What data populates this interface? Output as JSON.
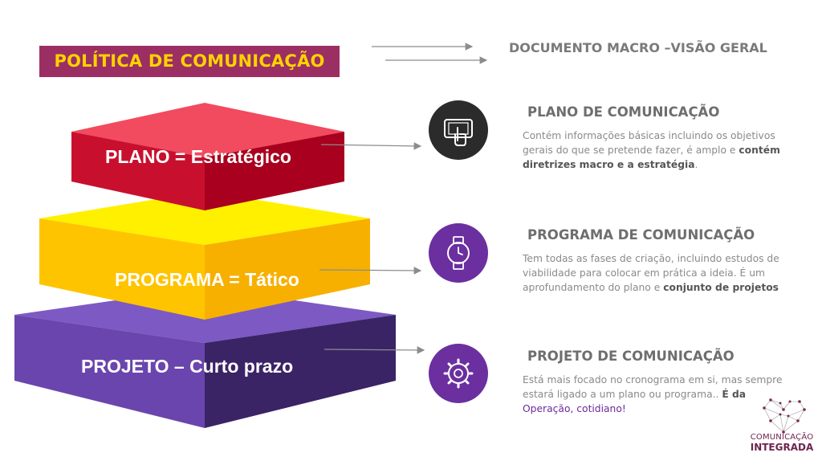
{
  "header": {
    "title": "POLÍTICA DE COMUNICAÇÃO",
    "document_title": "DOCUMENTO MACRO –VISÃO GERAL"
  },
  "pyramid": {
    "top_label": "PLANO = Estratégico",
    "middle_label": "PROGRAMA = Tático",
    "bottom_label": "PROJETO – Curto prazo"
  },
  "sections": {
    "plano": {
      "title": "PLANO DE COMUNICAÇÃO",
      "desc_1": "Contém informações básicas incluindo os objetivos gerais do que se pretende fazer, é amplo e ",
      "desc_bold": "contém diretrizes macro e a estratégia",
      "desc_2": ".",
      "icon": "tablet-touch-icon"
    },
    "programa": {
      "title": "PROGRAMA DE COMUNICAÇÃO",
      "desc_1": "Tem todas as fases de criação,  incluindo estudos de viabilidade para colocar em prática a ideia. É um aprofundamento do plano e ",
      "desc_bold": "conjunto de projetos",
      "icon": "watch-icon"
    },
    "projeto": {
      "title": "PROJETO DE COMUNICAÇÃO",
      "desc_1": "Está mais focado no cronograma em si, mas sempre estará ligado a um plano ou programa.. ",
      "desc_bold": "É da",
      "desc_purple": "Operação, cotidiano!",
      "icon": "gear-icon"
    }
  },
  "logo": {
    "line1": "COMUNICAÇÃO",
    "line2": "INTEGRADA"
  },
  "colors": {
    "title_bg": "#9b2f63",
    "title_text": "#ffd200",
    "plano_top": "#f24a5e",
    "plano_side": "#a8001e",
    "programa_top": "#fff000",
    "programa_side": "#ffc400",
    "projeto_top": "#7d59c4",
    "projeto_side": "#3a2466",
    "icon_dark": "#2b2b2b",
    "icon_purple": "#6b2fa0"
  }
}
